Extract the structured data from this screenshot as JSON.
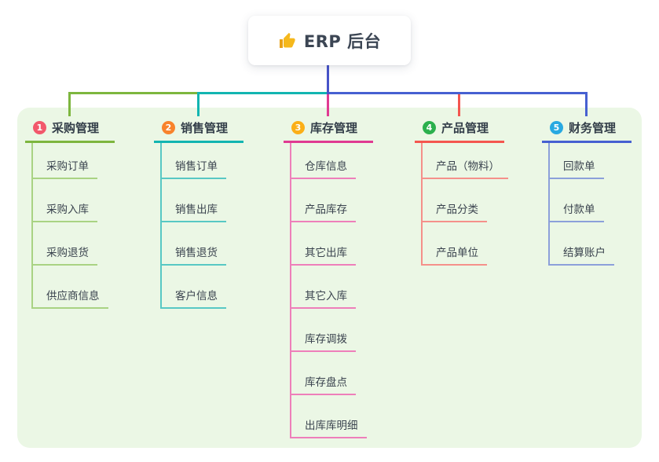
{
  "root": {
    "title": "ERP 后台",
    "icon": "thumbs-up-icon"
  },
  "colors": {
    "page_bg": "#ffffff",
    "panel_bg": "#ebf7e5",
    "card_bg": "#ffffff",
    "root_line": "#4753c9",
    "title_text": "#3c4654",
    "header_text": "#333e49",
    "item_text": "#3a434e",
    "thumb_icon": "#f5b81c"
  },
  "branches": [
    {
      "num": "1",
      "label": "采购管理",
      "badge_color": "#f2586b",
      "line_color": "#7db63e",
      "sub_line_color": "#a9d383",
      "items": [
        "采购订单",
        "采购入库",
        "采购退货",
        "供应商信息"
      ]
    },
    {
      "num": "2",
      "label": "销售管理",
      "badge_color": "#f8832c",
      "line_color": "#12b5b1",
      "sub_line_color": "#58c8c4",
      "items": [
        "销售订单",
        "销售出库",
        "销售退货",
        "客户信息"
      ]
    },
    {
      "num": "3",
      "label": "库存管理",
      "badge_color": "#fbaf17",
      "line_color": "#e03a92",
      "sub_line_color": "#ee7fba",
      "items": [
        "仓库信息",
        "产品库存",
        "其它出库",
        "其它入库",
        "库存调拨",
        "库存盘点",
        "出库库明细"
      ]
    },
    {
      "num": "4",
      "label": "产品管理",
      "badge_color": "#2bb04d",
      "line_color": "#f4564f",
      "sub_line_color": "#f5908a",
      "items": [
        "产品（物料）",
        "产品分类",
        "产品单位"
      ]
    },
    {
      "num": "5",
      "label": "财务管理",
      "badge_color": "#28a9e1",
      "line_color": "#4660d1",
      "sub_line_color": "#8ca0da",
      "items": [
        "回款单",
        "付款单",
        "结算账户"
      ]
    }
  ]
}
